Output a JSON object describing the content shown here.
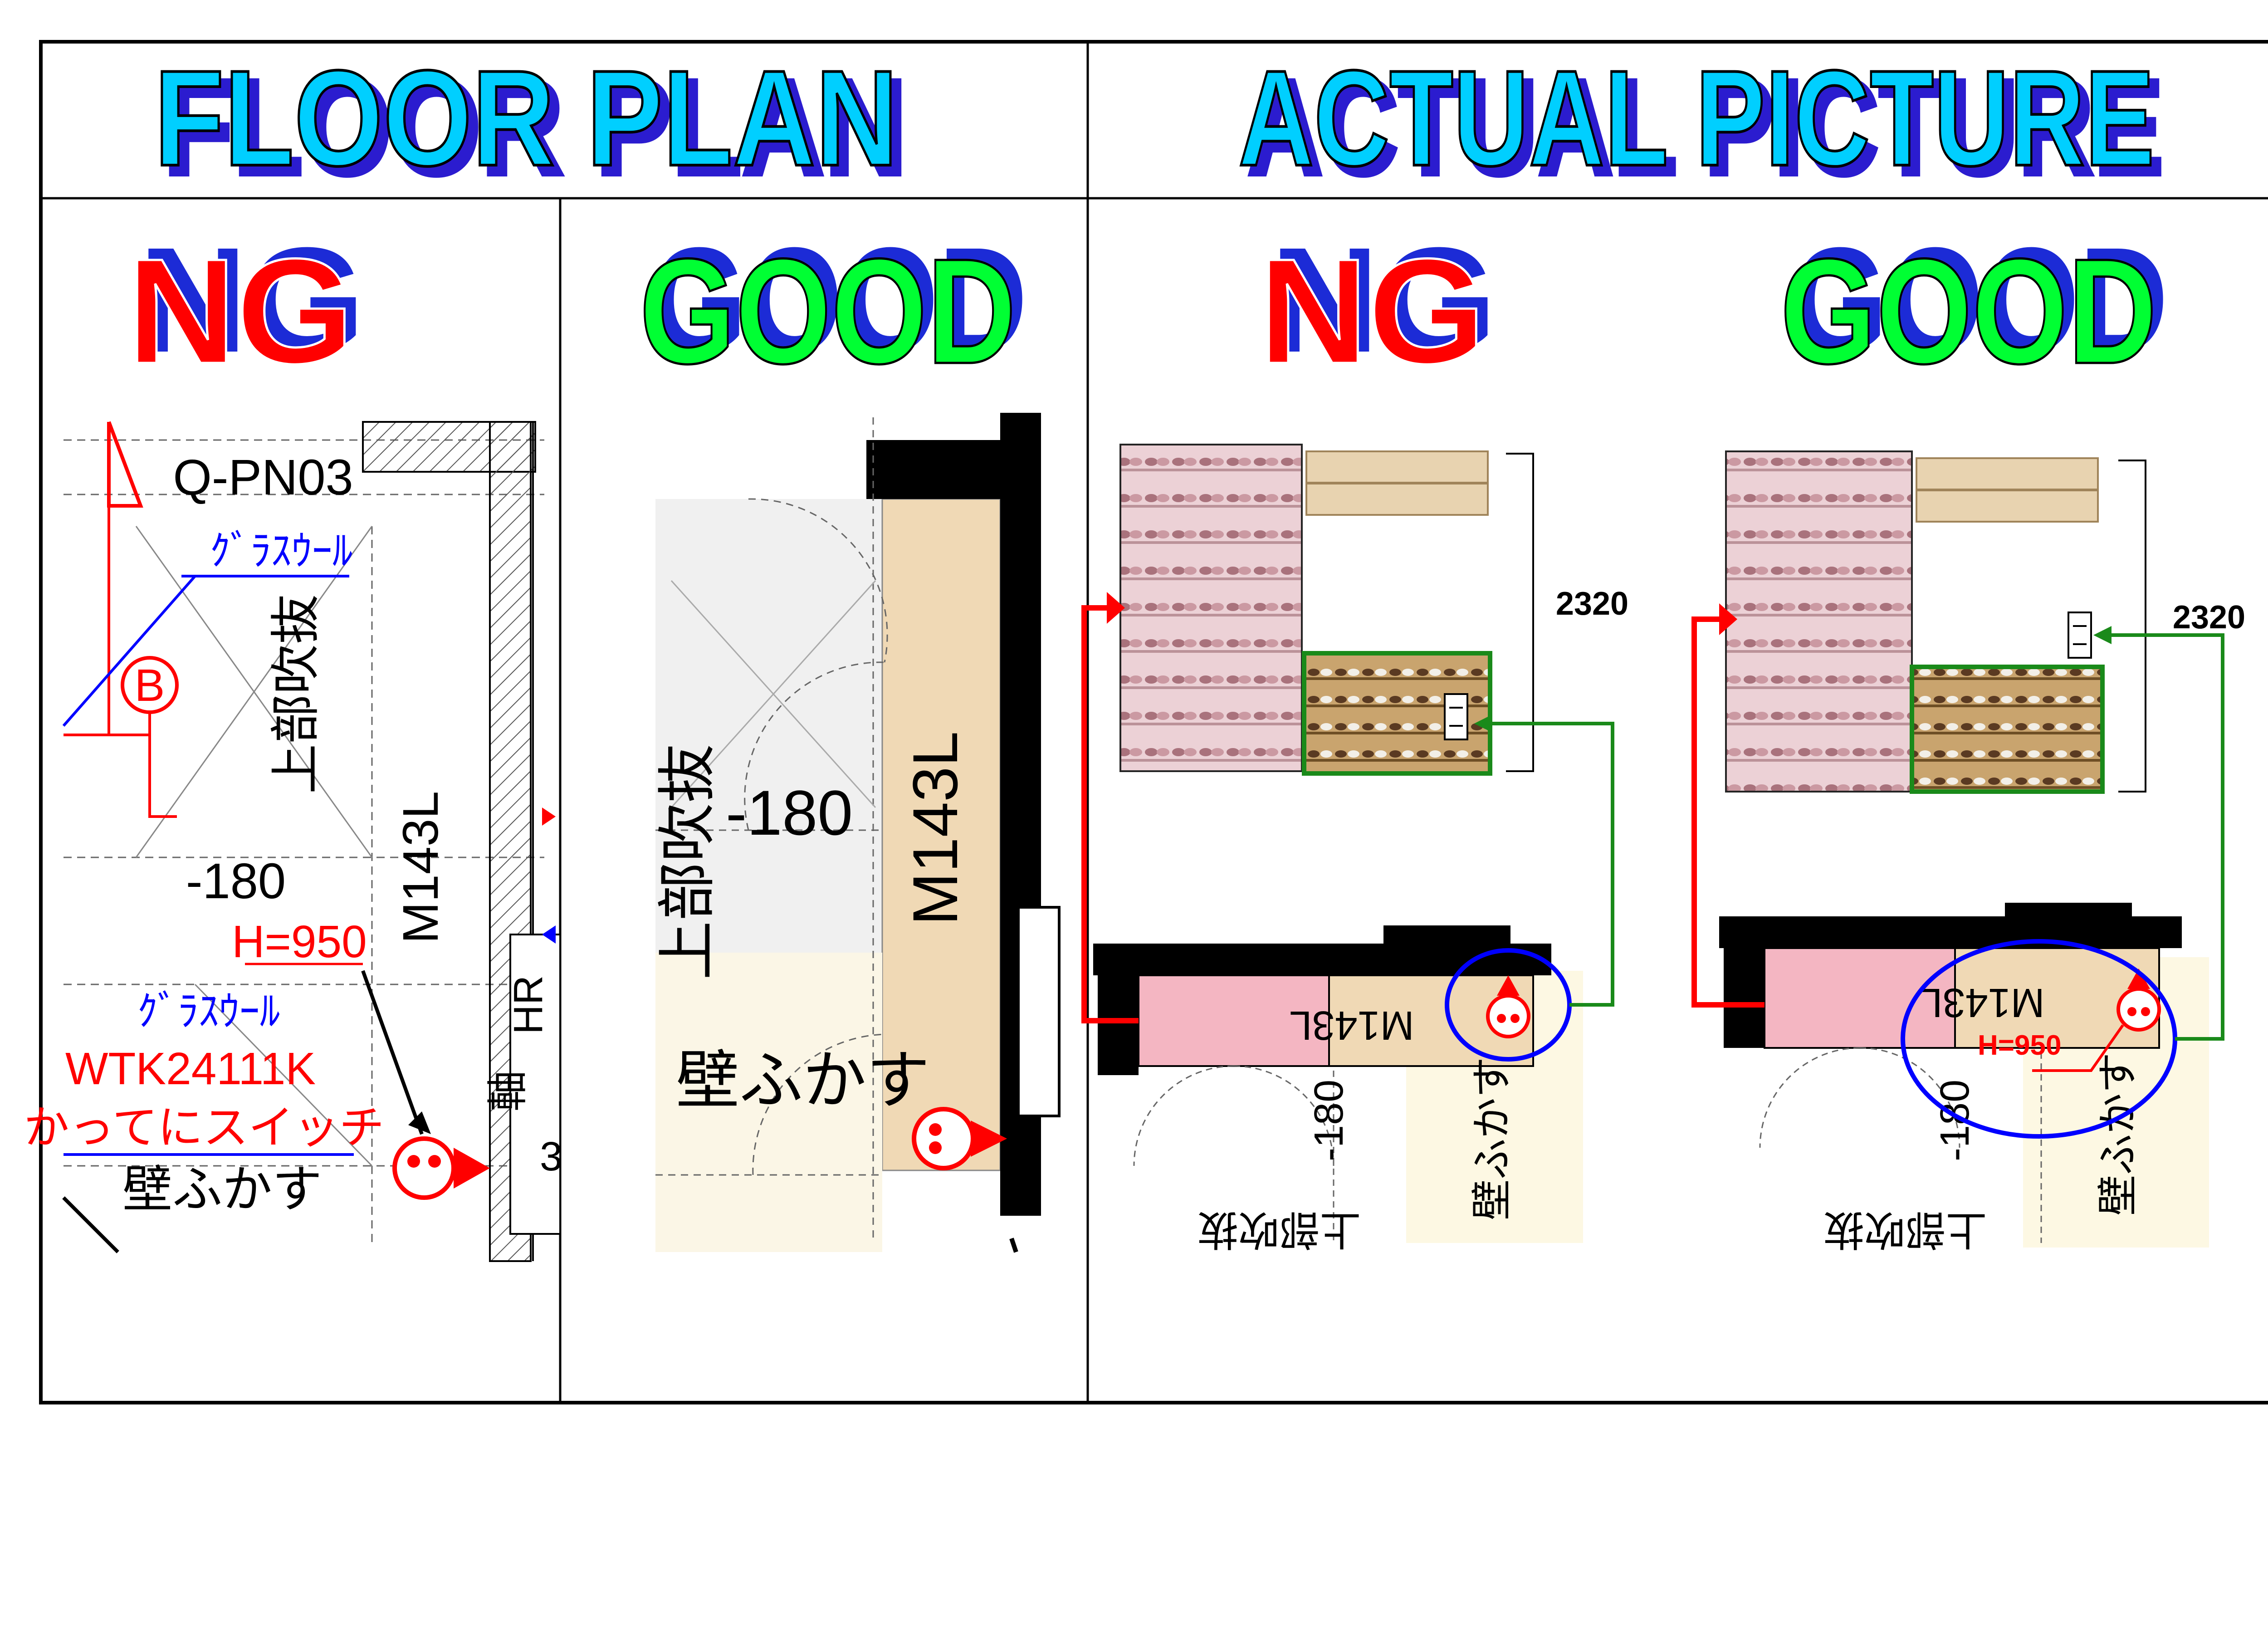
{
  "headers": {
    "floor_plan": "FLOOR PLAN",
    "actual_picture": "ACTUAL PICTURE"
  },
  "columns": {
    "ng": "NG",
    "good": "GOOD"
  },
  "colors": {
    "header_fill": "#00cfff",
    "header_shadow": "#2b1ccf",
    "ng_fill": "#ff0000",
    "good_fill": "#00ff33",
    "label_shadow": "#1c2bd6",
    "wood": "#f0d9b5",
    "pink": "#f4b6c2",
    "red": "#ff0000",
    "blue": "#0000ff",
    "green": "#1a8a1a"
  },
  "plan_ng": {
    "code": "Q-PN03",
    "insulation_1": "ｸﾞﾗｽｳｰﾙ",
    "marker": "B",
    "void_above": "上部吹抜",
    "cabinet": "M143L",
    "dim": "-180",
    "height": "H=950",
    "insulation_2": "ｸﾞﾗｽｳｰﾙ",
    "product": "WTK24111K",
    "switch_note": "かってにスイッチ",
    "thicken_wall": "壁ふかす",
    "hr": "HR",
    "side_char": "軸",
    "side_num": "3"
  },
  "plan_good": {
    "void_above": "上部吹抜",
    "dim": "-180",
    "cabinet": "M143L",
    "thicken_wall": "壁ふかす"
  },
  "photo_ng": {
    "dimension": "2320",
    "cabinet": "M143L",
    "dim": "-180",
    "void_above": "上部吹抜",
    "thicken_wall": "壁ふかす"
  },
  "photo_good": {
    "dimension": "2320",
    "height": "H=950",
    "cabinet": "M143L",
    "dim": "-180",
    "void_above": "上部吹抜",
    "thicken_wall": "壁ふかす"
  }
}
